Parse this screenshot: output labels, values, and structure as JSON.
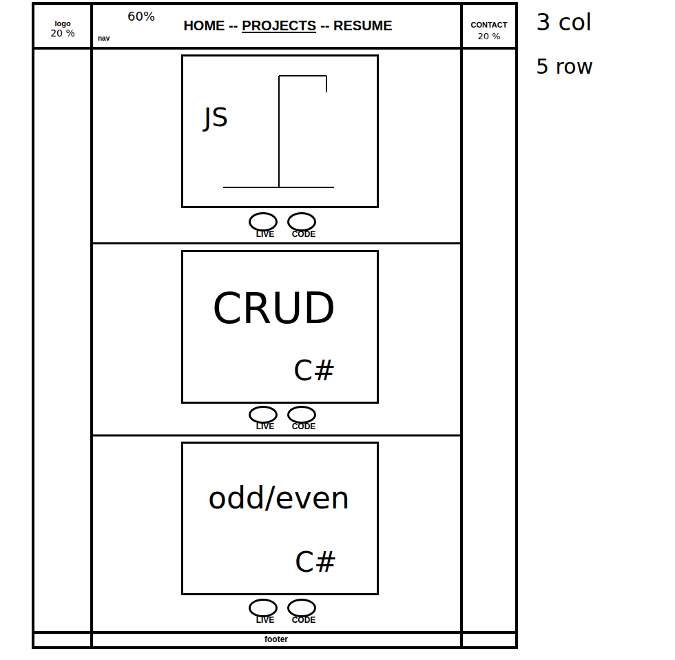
{
  "diagram": {
    "nodes": [
      {
        "text": [
          "logo",
          "20 %"
        ]
      },
      {
        "text": [
          "nav",
          "60%",
          "HOME --",
          "PROJECTS",
          "-- RESUME"
        ]
      },
      {
        "text": [
          "CONTACT",
          "20 %"
        ]
      },
      {
        "text": [
          "JS"
        ]
      },
      {
        "text": [
          "LIVE"
        ]
      },
      {
        "text": [
          "CODE"
        ]
      },
      {
        "text": [
          "CRUD",
          "C#"
        ]
      },
      {
        "text": [
          "LIVE"
        ]
      },
      {
        "text": [
          "CODE"
        ]
      },
      {
        "text": [
          "odd/even",
          "C#"
        ]
      },
      {
        "text": [
          "LIVE"
        ]
      },
      {
        "text": [
          "CODE"
        ]
      },
      {
        "text": [
          "footer"
        ]
      }
    ],
    "labels": [
      "3 col",
      "5 row"
    ]
  }
}
